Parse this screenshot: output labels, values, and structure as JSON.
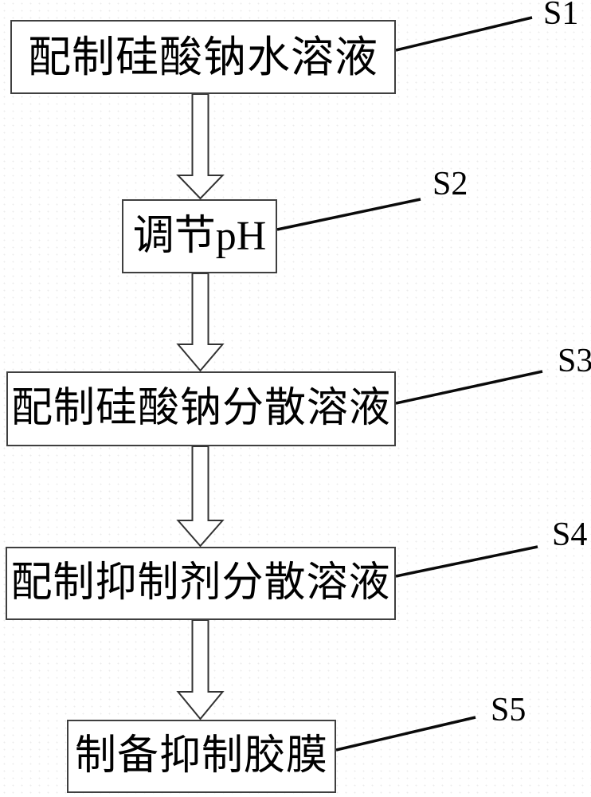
{
  "figure": {
    "type": "flowchart",
    "steps": [
      {
        "id": "S1",
        "label": "配制硅酸钠水溶液"
      },
      {
        "id": "S2",
        "label": "调节pH"
      },
      {
        "id": "S3",
        "label": "配制硅酸钠分散溶液"
      },
      {
        "id": "S4",
        "label": "配制抑制剂分散溶液"
      },
      {
        "id": "S5",
        "label": "制备抑制胶膜"
      }
    ],
    "flow": [
      "S1 -> S2",
      "S2 -> S3",
      "S3 -> S4",
      "S4 -> S5"
    ],
    "colors": {
      "background": "#ffffff",
      "box_border": "#3f3f3f",
      "text": "#000000",
      "leader_line": "#0a0a0a",
      "arrow_outline": "#333333",
      "arrow_fill": "#ffffff"
    }
  }
}
